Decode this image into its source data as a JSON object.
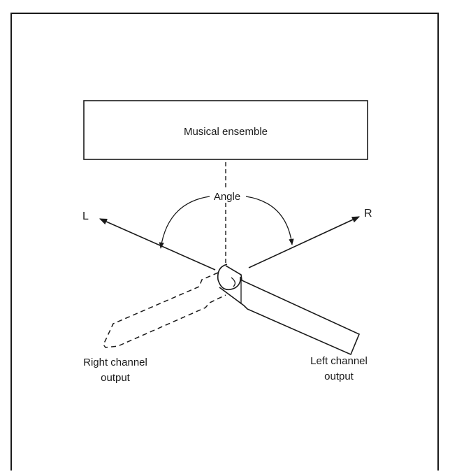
{
  "diagram": {
    "ensemble_label": "Musical ensemble",
    "angle_label": "Angle",
    "left_axis_label": "L",
    "right_axis_label": "R",
    "right_output_label_line1": "Right channel",
    "right_output_label_line2": "output",
    "left_output_label_line1": "Left channel",
    "left_output_label_line2": "output"
  },
  "colors": {
    "stroke": "#1a1a1a",
    "background": "#ffffff"
  }
}
